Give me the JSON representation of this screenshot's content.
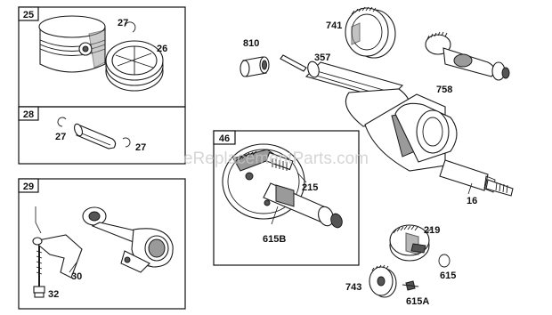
{
  "watermark": "eReplacementParts.com",
  "boxes": [
    {
      "id": "25"
    },
    {
      "id": "28"
    },
    {
      "id": "29"
    },
    {
      "id": "46"
    }
  ],
  "labels": {
    "p27a": "27",
    "p26": "26",
    "p27b": "27",
    "p27c": "27",
    "p30": "30",
    "p32": "32",
    "p810": "810",
    "p357": "357",
    "p741": "741",
    "p758": "758",
    "p215": "215",
    "p615b": "615B",
    "p16": "16",
    "p219": "219",
    "p615": "615",
    "p743": "743",
    "p615a": "615A"
  }
}
